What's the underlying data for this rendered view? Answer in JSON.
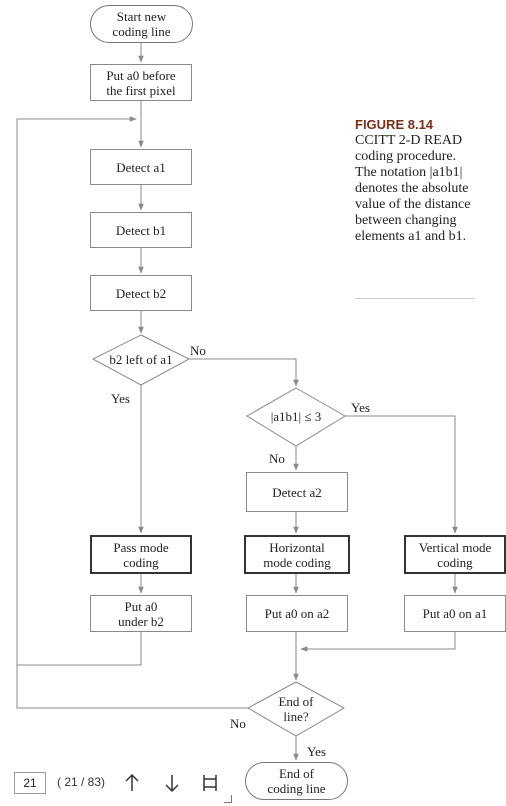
{
  "diagram": {
    "nodes": {
      "start": "Start new\ncoding line",
      "put_a0_first": "Put a0 before\nthe first pixel",
      "detect_a1": "Detect a1",
      "detect_b1": "Detect b1",
      "detect_b2": "Detect b2",
      "decision_b2_left": "b2 left of a1",
      "decision_dist": "|a1b1| ≤ 3",
      "detect_a2": "Detect a2",
      "pass_mode": "Pass mode\ncoding",
      "horizontal_mode": "Horizontal\nmode coding",
      "vertical_mode": "Vertical mode\ncoding",
      "put_a0_under_b2": "Put a0\nunder b2",
      "put_a0_on_a2": "Put a0 on a2",
      "put_a0_on_a1": "Put a0 on a1",
      "decision_end": "End of\nline?",
      "end": "End of\ncoding line"
    },
    "edge_labels": {
      "no_b2": "No",
      "yes_b2": "Yes",
      "yes_dist": "Yes",
      "no_dist": "No",
      "no_end": "No",
      "yes_end": "Yes"
    }
  },
  "caption": {
    "figure_label": "FIGURE 8.14",
    "text": "CCITT 2-D READ coding procedure. The notation |a1b1| denotes the absolute value of the distance between changing elements a1 and b1."
  },
  "navigation": {
    "page_number": "21",
    "page_count": "( 21 / 83)",
    "up_icon": "arrow-up-icon",
    "down_icon": "arrow-down-icon",
    "fit_icon": "fit-page-icon"
  }
}
